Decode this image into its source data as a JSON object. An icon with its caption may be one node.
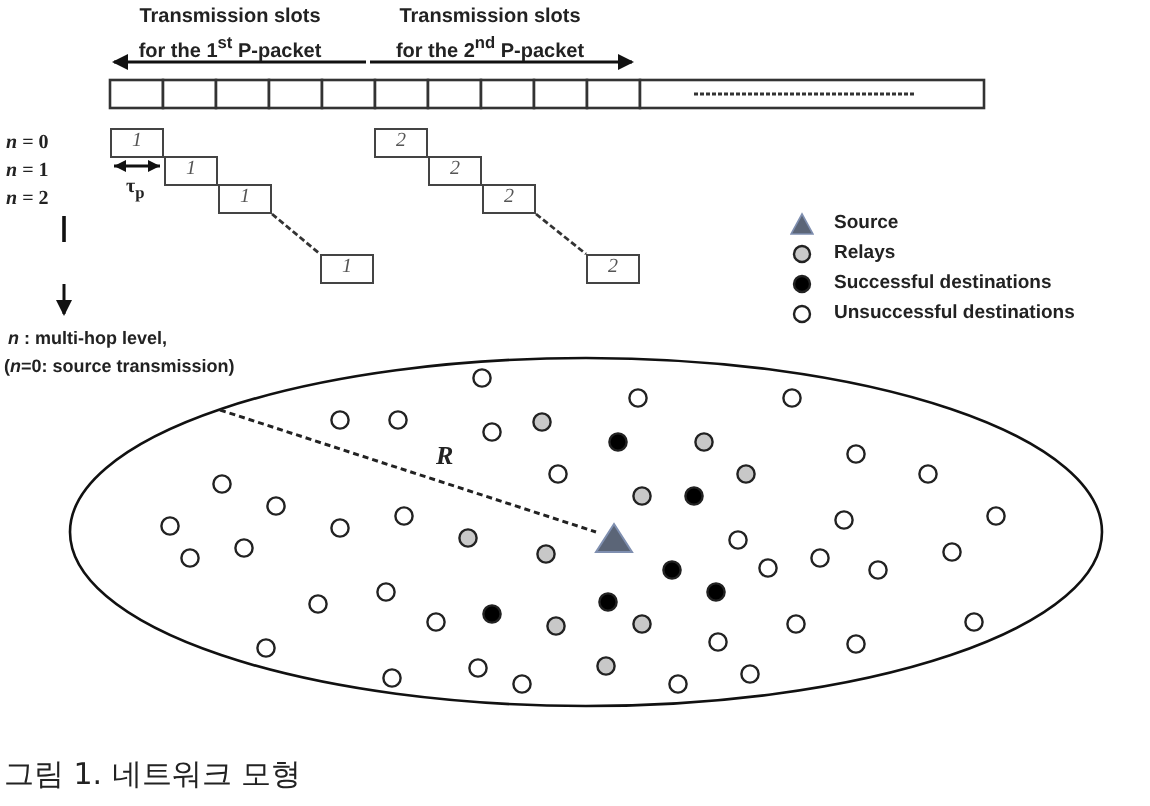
{
  "diagram": {
    "caption": "그림 1. 네트워크 모형",
    "nodes": [
      {
        "text": [
          "1"
        ]
      },
      {
        "text": [
          "1"
        ]
      },
      {
        "text": [
          "1"
        ]
      },
      {
        "text": [
          "1"
        ]
      },
      {
        "text": [
          "2"
        ]
      },
      {
        "text": [
          "2"
        ]
      },
      {
        "text": [
          "2"
        ]
      },
      {
        "text": [
          "2"
        ]
      }
    ],
    "edges": [
      {
        "from": 2,
        "to": 3,
        "arrow": "none",
        "style": "dashed"
      },
      {
        "from": 6,
        "to": 7,
        "arrow": "none",
        "style": "dashed"
      }
    ],
    "labels": [
      "Transmission slots for the 1$^{st}$ P-packet",
      "Transmission slots for the 2$^{nd}$ P-packet",
      "*n* = 0",
      "*n* = 1",
      "*n* = 2",
      "τ$_{p}$",
      "*n* : multi-hop level,",
      "(*n*=0: source transmission)",
      "*R*"
    ],
    "legend": [
      {
        "text": "Source",
        "color": "#5b6577"
      },
      {
        "text": "Relays",
        "color": "#c8c8c8"
      },
      {
        "text": "Successful destinations",
        "color": "#000000"
      },
      {
        "text": "Unsuccessful destinations"
      }
    ]
  }
}
